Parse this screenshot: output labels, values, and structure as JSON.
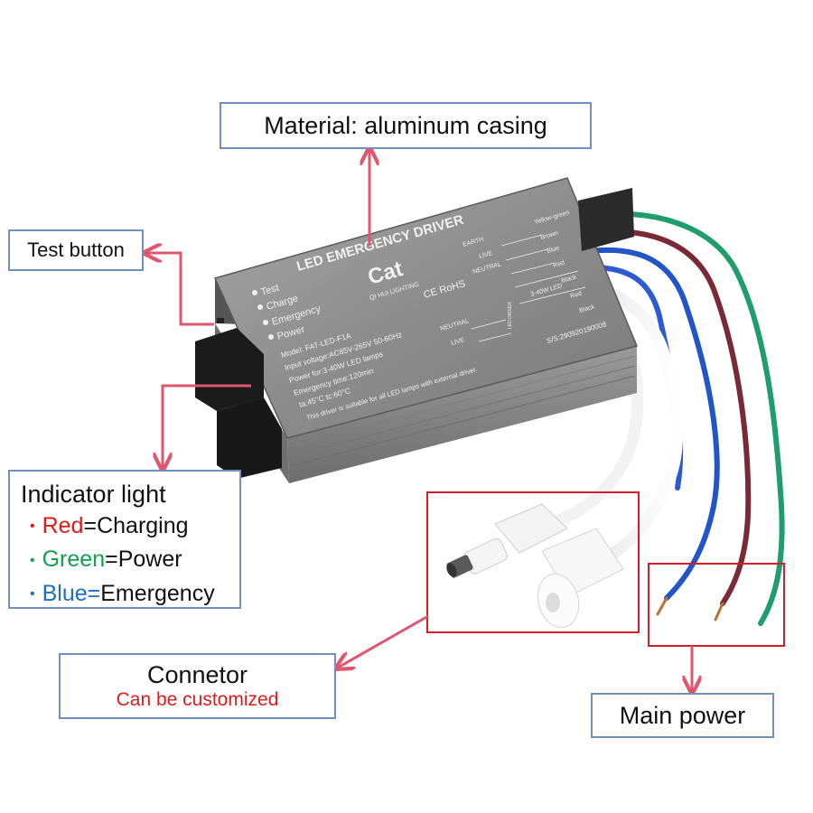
{
  "device": {
    "title": "LED EMERGENCY DRIVER",
    "brand": "Cat",
    "brand_sub": "QI HUI LIGHTING",
    "cert": "CE RoHS",
    "indicators": [
      "Test",
      "Charge",
      "Emergency",
      "Power"
    ],
    "spec_lines": [
      "Model: FAT-LED-F1A",
      "Input voltage:AC85V-265V 50-60Hz",
      "Power for:3-40W LED lamps",
      "Emergency time:120min",
      "ta:45°C   tc:60°C",
      "This driver is suitable for all LED lamps with external driver."
    ],
    "wiring_terms": [
      "EARTH",
      "LIVE",
      "NEUTRAL"
    ],
    "wire_colors": [
      "Yellow-green",
      "Brown",
      "Blue",
      "Red",
      "Black",
      "Red",
      "Black"
    ],
    "lamp_label": "3-40W LED",
    "driver_label": "LED DRIVER",
    "bottom_terms": [
      "NEUTRAL",
      "LIVE"
    ],
    "serial": "S/S:290920190008"
  },
  "colors": {
    "label_border": "#6f8fbf",
    "highlight_border": "#d01f2a",
    "arrow": "#e0566e",
    "red_text": "#e01b1b",
    "green_text": "#10a050",
    "blue_text": "#1e6fc0",
    "casing": "#8d8d8d",
    "wire_green": "#1f9e6c",
    "wire_brown": "#7a2a35",
    "wire_blue": "#2255c8"
  },
  "labels": {
    "material": "Material: aluminum casing",
    "test_button": "Test button",
    "indicator": {
      "title": "Indicator light",
      "items": [
        {
          "bullet": "•",
          "color_word": "Red",
          "rest": "=Charging"
        },
        {
          "bullet": "•",
          "color_word": "Green",
          "rest": "=Power"
        },
        {
          "bullet": "•",
          "color_word": "Blue=",
          "rest": "Emergency"
        }
      ]
    },
    "connector": {
      "title": "Connetor",
      "note": "Can be customized"
    },
    "main_power": "Main power"
  }
}
